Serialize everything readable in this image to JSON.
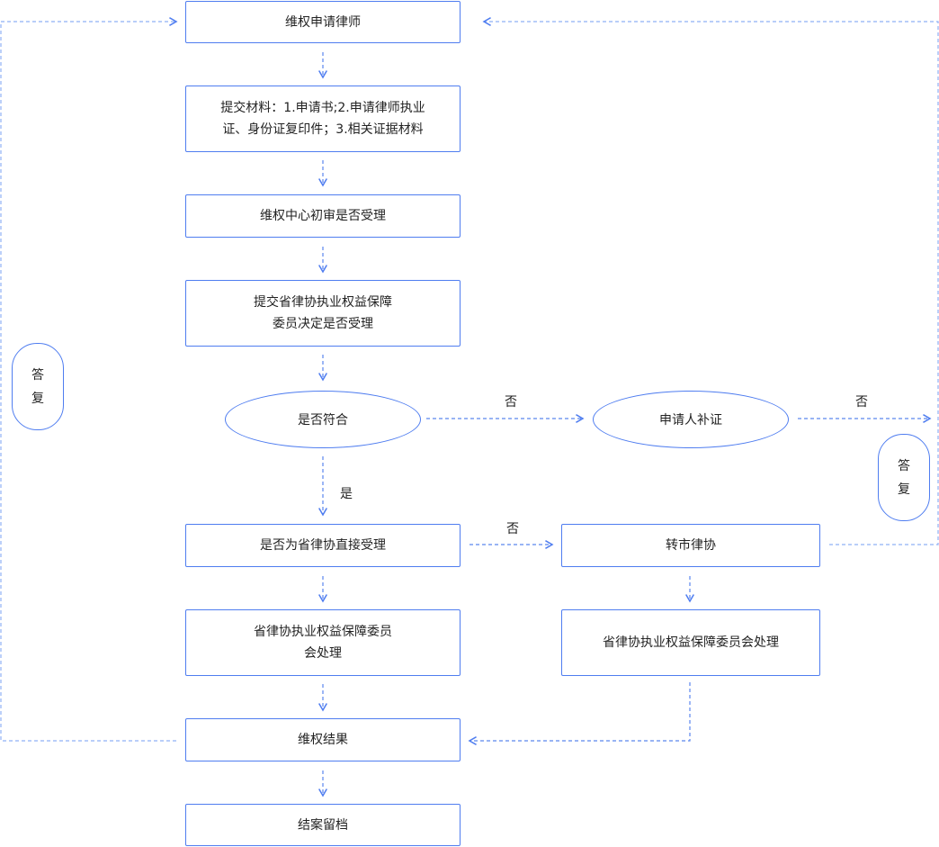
{
  "boxes": {
    "apply_lawyer": "维权申请律师",
    "submit_materials": "提交材料：1.申请书;2.申请律师执业\n证、身份证复印件；3.相关证据材料",
    "center_review": "维权中心初审是否受理",
    "submit_committee": "提交省律协执业权益保障\n委员决定是否受理",
    "provincial_direct": "是否为省律协直接受理",
    "transfer_city": "转市律协",
    "provincial_committee": "省律协执业权益保障委员\n会处理",
    "committee_process": "省律协执业权益保障委员会处理",
    "result": "维权结果",
    "archive": "结案留档"
  },
  "ellipses": {
    "qualified": "是否符合",
    "supplement": "申请人补证"
  },
  "pills": {
    "reply_left": [
      "答",
      "复"
    ],
    "reply_right": [
      "答",
      "复"
    ]
  },
  "labels": {
    "no_1": "否",
    "no_2": "否",
    "yes": "是",
    "no_3": "否"
  },
  "colors": {
    "border": "#4f7df0",
    "line": "#5a86ee",
    "line_light": "#8fb0f5"
  }
}
